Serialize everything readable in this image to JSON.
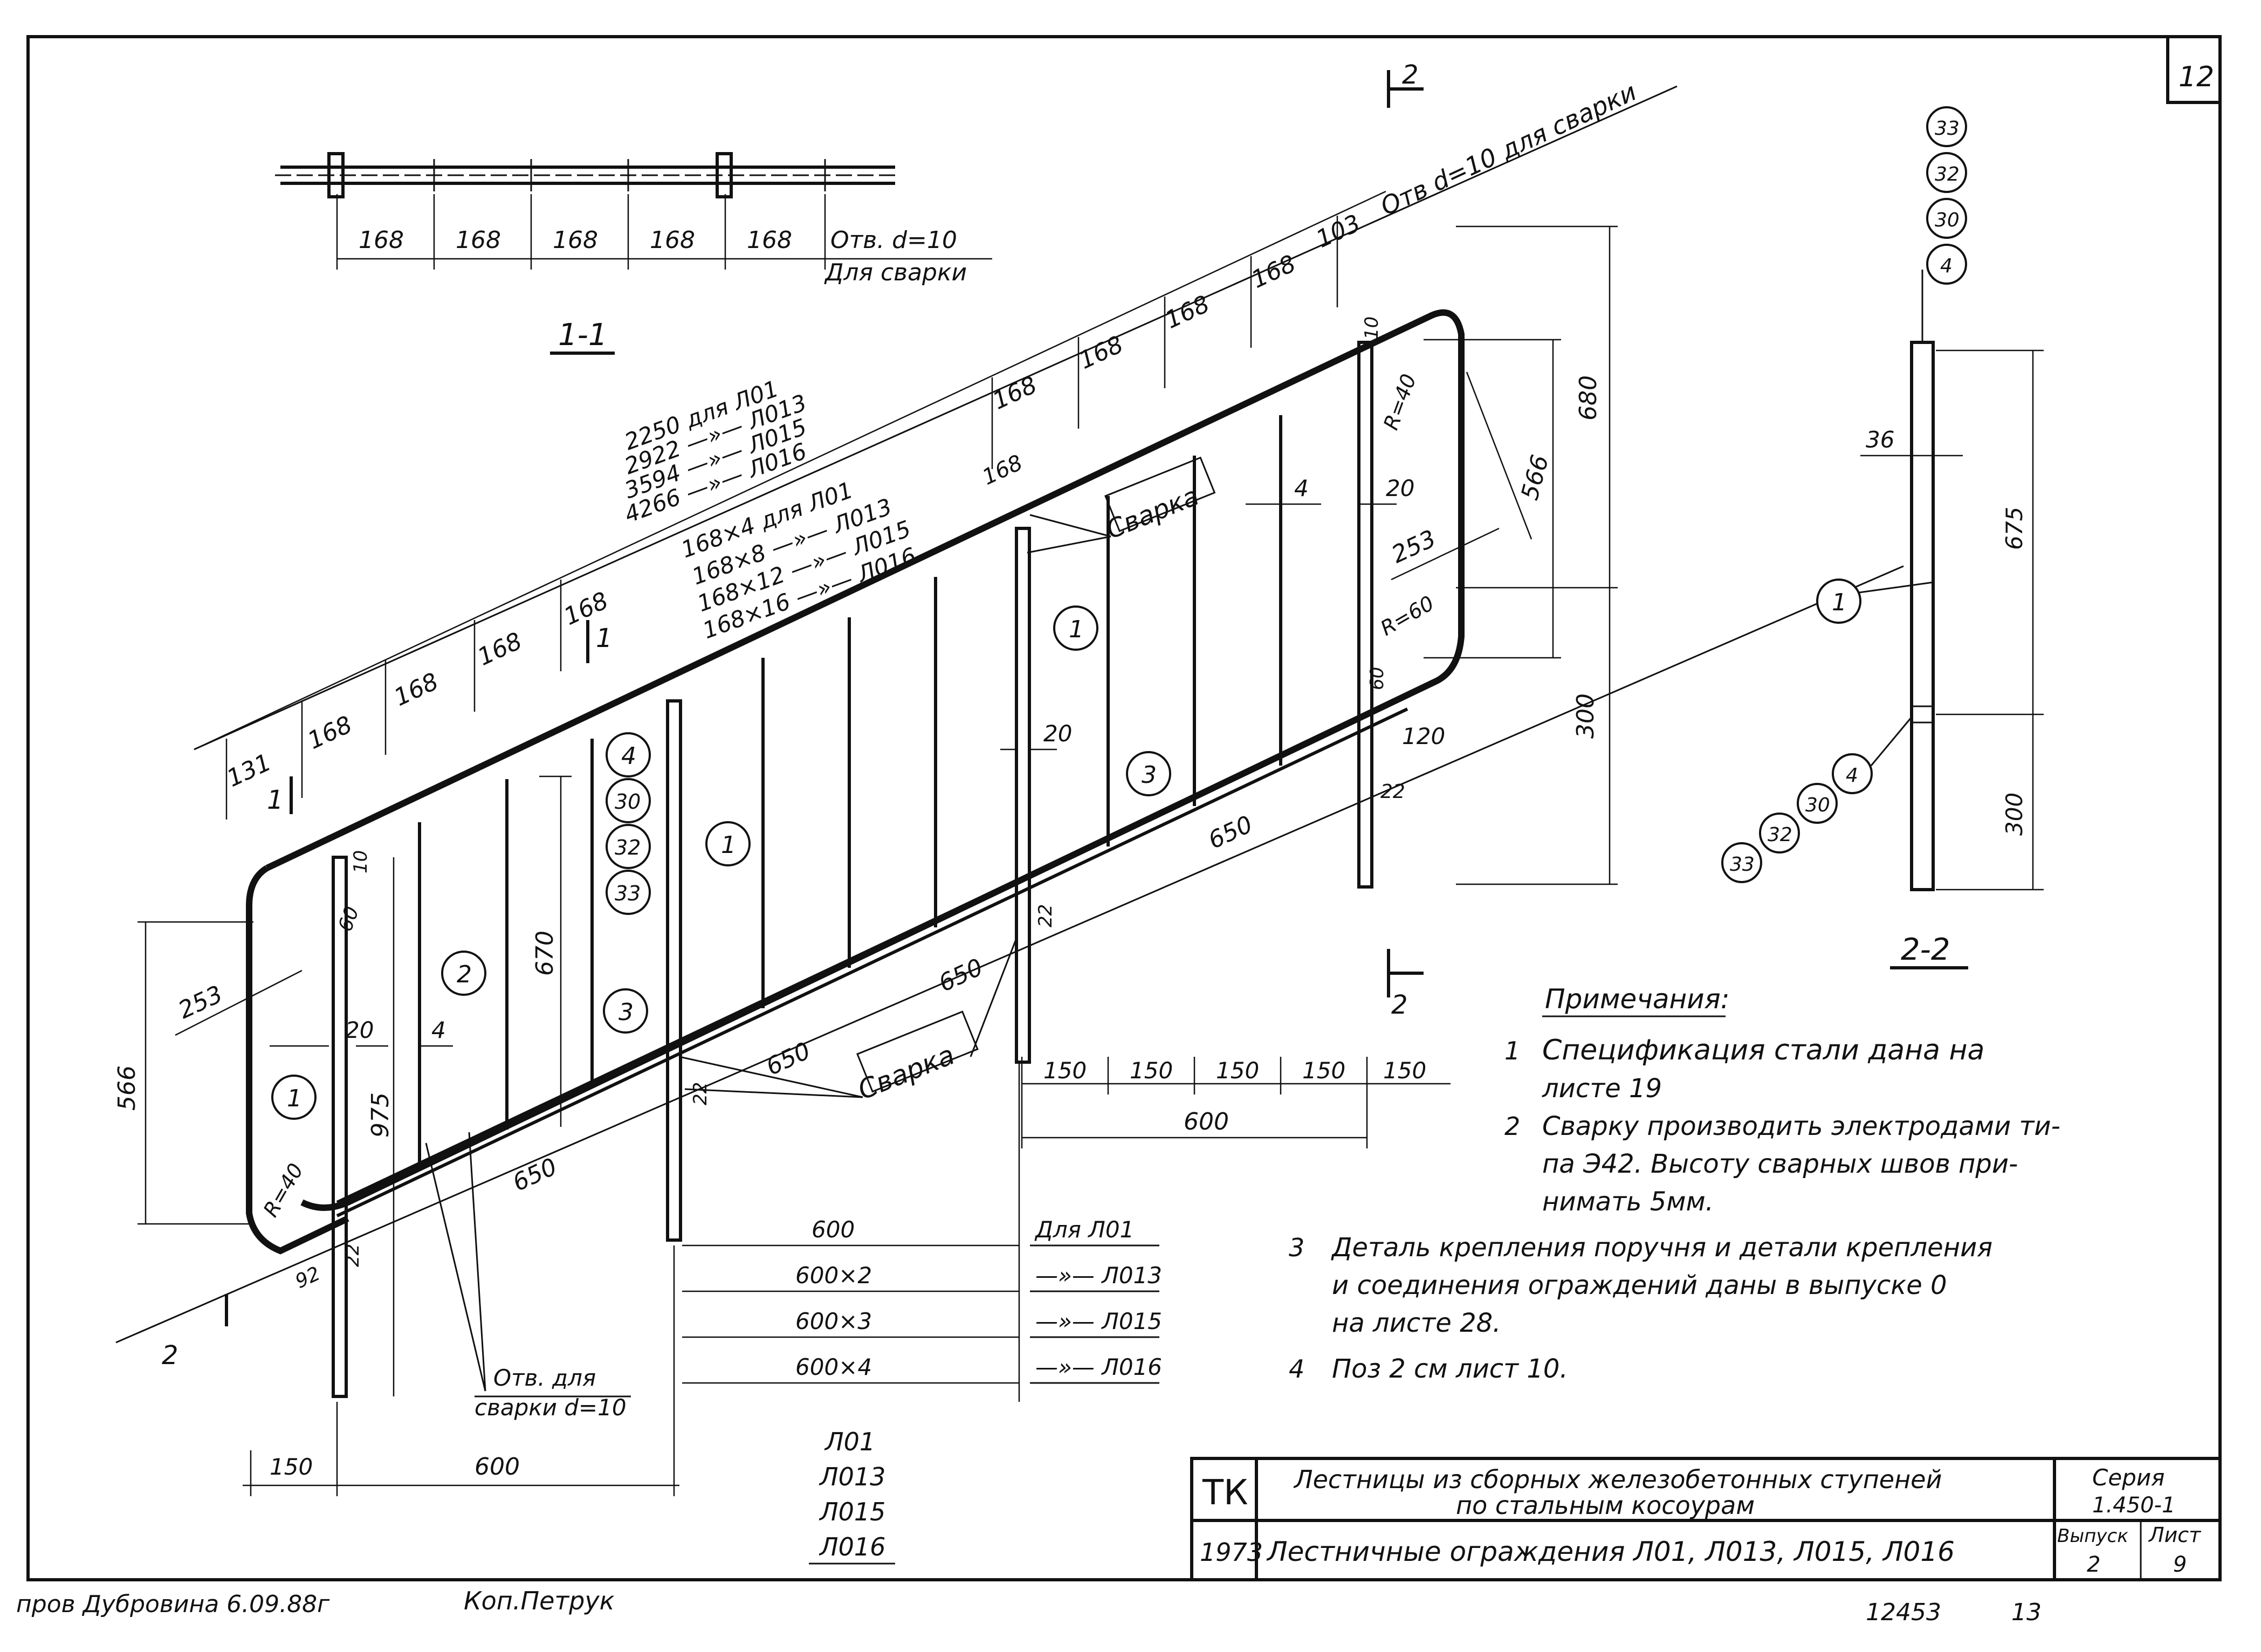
{
  "sheet": {
    "corner_number": "12",
    "section_1_label": "1-1",
    "section_2_label": "2-2",
    "section_mark_2": "2",
    "section_mark_1": "1"
  },
  "top_detail": {
    "dims": [
      "168",
      "168",
      "168",
      "168",
      "168"
    ],
    "note_line1": "Отв. d=10",
    "note_line2": "Для сварки"
  },
  "main_view": {
    "top_hole_note": "Отв d=10 для сварки",
    "top_dims": [
      "131",
      "168",
      "168",
      "168",
      "168",
      "168",
      "168",
      "168",
      "168",
      "168",
      "103"
    ],
    "length_notes": [
      "2250 для Л01",
      "2922 —»— Л013",
      "3594 —»— Л015",
      "4266 —»— Л016"
    ],
    "spacing_notes": [
      "168×4 для Л01",
      "168×8 —»— Л013",
      "168×12 —»— Л015",
      "168×16 —»— Л016"
    ],
    "weld_label": "Сварка",
    "weld_label_2": "Сварка",
    "dims_right": [
      "680",
      "566",
      "300",
      "253",
      "20",
      "4",
      "120",
      "22",
      "10",
      "60"
    ],
    "radius_right_1": "R=40",
    "radius_right_2": "R=60",
    "dims_left": [
      "566",
      "253",
      "975",
      "670",
      "20",
      "4",
      "10",
      "60",
      "92",
      "22"
    ],
    "radius_left": "R=40",
    "diagonal_dims": [
      "650",
      "650",
      "650",
      "650"
    ],
    "mid_dims": [
      "20",
      "22"
    ],
    "post_spacing": [
      "150",
      "150",
      "150",
      "150",
      "150"
    ],
    "post_total": "600",
    "bottom_dims": [
      "150",
      "600"
    ],
    "hole_note_line1": "Отв. для",
    "hole_note_line2": "сварки d=10",
    "post_dims": [
      "600",
      "600×2",
      "600×3",
      "600×4"
    ],
    "post_labels": [
      "Для Л01",
      "—»— Л013",
      "—»— Л015",
      "—»— Л016"
    ],
    "marks": [
      "Л01",
      "Л013",
      "Л015",
      "Л016"
    ],
    "positions": [
      "1",
      "2",
      "3",
      "4",
      "30",
      "32",
      "33"
    ]
  },
  "side_view": {
    "dims": [
      "36",
      "675",
      "300"
    ],
    "positions_top": [
      "33",
      "32",
      "30",
      "4"
    ],
    "positions_bottom": [
      "4",
      "30",
      "32",
      "33"
    ],
    "position_1": "1"
  },
  "notes": {
    "heading": "Примечания:",
    "items": [
      {
        "num": "1",
        "lines": [
          "Спецификация стали дана на",
          "листе 19"
        ]
      },
      {
        "num": "2",
        "lines": [
          "Сварку производить электродами ти-",
          "па Э42. Высоту сварных швов при-",
          "нимать 5мм."
        ]
      },
      {
        "num": "3",
        "lines": [
          "Деталь крепления поручня и детали крепления",
          "и соединения ограждений даны в выпуске 0",
          "на листе 28."
        ]
      },
      {
        "num": "4",
        "lines": [
          "Поз 2 см лист 10."
        ]
      }
    ]
  },
  "title_block": {
    "org": "ТК",
    "year": "1973",
    "title_line1": "Лестницы из сборных железобетонных ступеней",
    "title_line2": "по стальным косоурам",
    "sheet_title": "Лестничные ограждения Л01, Л013, Л015, Л016",
    "series_label": "Серия",
    "series_value": "1.450-1",
    "issue_label": "Выпуск",
    "issue_value": "2",
    "sheet_label": "Лист",
    "sheet_value": "9"
  },
  "footer": {
    "approval": "пров Дубровина 6.09.88г",
    "copier": "Коп.Петрук",
    "number": "12453",
    "page": "13"
  }
}
